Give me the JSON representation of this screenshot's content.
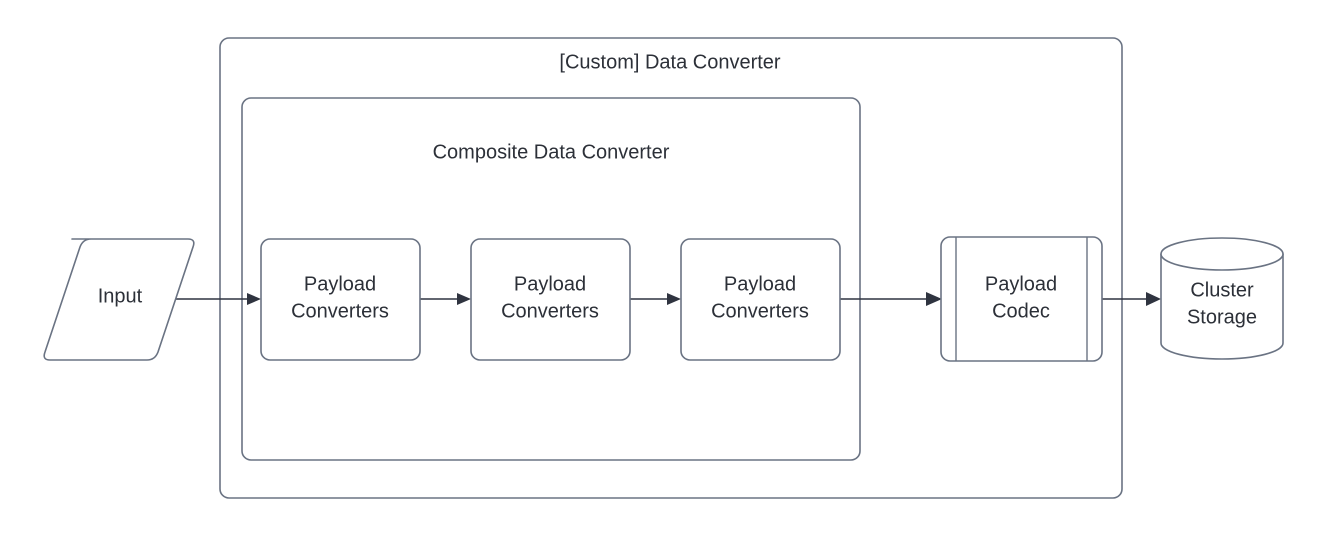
{
  "diagram": {
    "type": "flowchart",
    "title": "[Custom] Data Converter",
    "stroke_color": "#6a7383",
    "text_color": "#2c3038",
    "connector_color": "#2f3440",
    "background": "#ffffff",
    "outer_container": {
      "label": "[Custom] Data Converter",
      "shape": "rounded-rectangle"
    },
    "inner_container": {
      "label": "Composite Data Converter",
      "shape": "rounded-rectangle"
    },
    "nodes": [
      {
        "id": "input",
        "label": "Input",
        "shape": "parallelogram"
      },
      {
        "id": "payload-converters-1",
        "label_line1": "Payload",
        "label_line2": "Converters",
        "shape": "rounded-rectangle"
      },
      {
        "id": "payload-converters-2",
        "label_line1": "Payload",
        "label_line2": "Converters",
        "shape": "rounded-rectangle"
      },
      {
        "id": "payload-converters-3",
        "label_line1": "Payload",
        "label_line2": "Converters",
        "shape": "rounded-rectangle"
      },
      {
        "id": "payload-codec",
        "label_line1": "Payload",
        "label_line2": "Codec",
        "shape": "process-module"
      },
      {
        "id": "cluster-storage",
        "label_line1": "Cluster",
        "label_line2": "Storage",
        "shape": "cylinder"
      }
    ],
    "edges": [
      {
        "from": "input",
        "to": "payload-converters-1",
        "arrow": true
      },
      {
        "from": "payload-converters-1",
        "to": "payload-converters-2",
        "arrow": true
      },
      {
        "from": "payload-converters-2",
        "to": "payload-converters-3",
        "arrow": true
      },
      {
        "from": "payload-converters-3",
        "to": "payload-codec",
        "arrow": true
      },
      {
        "from": "payload-codec",
        "to": "cluster-storage",
        "arrow": true
      }
    ]
  }
}
